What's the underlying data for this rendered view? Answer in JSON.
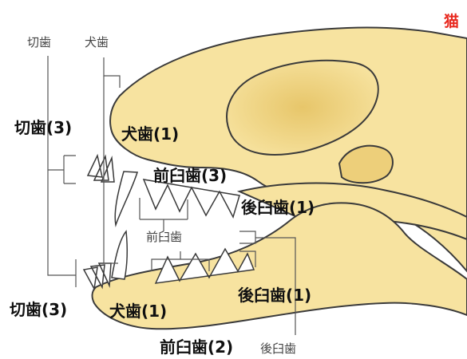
{
  "title": "猫",
  "colors": {
    "bone": "#f7e3a0",
    "bone_shade": "#edcf7a",
    "outline": "#3a3a3a",
    "title_red": "#e8281e",
    "leader": "#555555"
  },
  "labels": {
    "top_incisor_header": "切歯",
    "top_canine_header": "犬歯",
    "upper_incisor": "切歯(3)",
    "upper_canine": "犬歯(1)",
    "upper_premolar": "前臼歯(3)",
    "upper_molar": "後臼歯(1)",
    "premolar_group": "前臼歯",
    "lower_molar": "後臼歯(1)",
    "lower_incisor": "切歯(3)",
    "lower_canine": "犬歯(1)",
    "lower_premolar": "前臼歯(2)",
    "bottom_molar_header": "後臼歯"
  }
}
